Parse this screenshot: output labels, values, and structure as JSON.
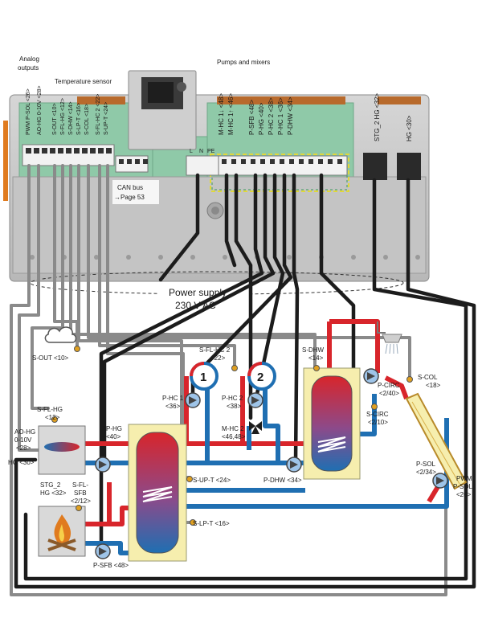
{
  "headers": {
    "analog_outputs_1": "Analog",
    "analog_outputs_2": "outputs",
    "temperature_sensor": "Temperature sensor",
    "pumps_and_mixers": "Pumps and mixers"
  },
  "terminal_labels": {
    "analog": [
      "PWM P-SOL <26>",
      "AO-HG 0-10V <28>"
    ],
    "sensors": [
      "S-OUT <10>",
      "S-FL-HG <12>",
      "S-DHW <14>",
      "S-LP-T <16>",
      "S-COL <18>",
      "S-FL-HC 2 <22>",
      "S-UP-T <24>"
    ],
    "pumps": [
      "M-HC 1↓ <48>",
      "M-HC 1↑ <46>",
      "P-SFB <48>",
      "P-HG <40>",
      "P-HC 2 <38>",
      "P-HC 1 <36>",
      "P-DHW <34>"
    ],
    "power": [
      "L",
      "N",
      "PE"
    ],
    "stg": "STG_2 HG <32>",
    "hg": "HG <30>"
  },
  "can_bus": {
    "line1": "CAN bus",
    "line2": "→Page 53"
  },
  "power_supply": {
    "line1": "Power supply",
    "line2": "230 V AC"
  },
  "circuits": {
    "hc1": "1",
    "hc2": "2"
  },
  "components": {
    "s_out": "S-OUT <10>",
    "s_fl_hc2_1": "S-FL-HC 2",
    "s_fl_hc2_2": "<22>",
    "s_dhw_1": "S-DHW",
    "s_dhw_2": "<14>",
    "p_hc1_1": "P-HC 1",
    "p_hc1_2": "<36>",
    "p_hc2_1": "P-HC 2",
    "p_hc2_2": "<38>",
    "m_hc2_1": "M-HC 2",
    "m_hc2_2": "<46,48>",
    "p_circ_1": "P-CIRC",
    "p_circ_2": "<2/40>",
    "s_circ_1": "S-CIRC",
    "s_circ_2": "<2/10>",
    "s_col_1": "S-COL",
    "s_col_2": "<18>",
    "s_fl_hg_1": "S-FL-HG",
    "s_fl_hg_2": "<12>",
    "ao_hg_1": "AO-HG",
    "ao_hg_2": "0-10V",
    "ao_hg_3": "<28>",
    "hg_30": "HG <30>",
    "p_hg_1": "P-HG",
    "p_hg_2": "<40>",
    "s_up_t": "S-UP-T <24>",
    "p_dhw": "P-DHW <34>",
    "p_sol_1": "P-SOL",
    "p_sol_2": "<2/34>",
    "pwm_1": "PWM",
    "pwm_2": "P-SOL",
    "pwm_3": "<26>",
    "stg2_1": "STG_2",
    "stg2_2": "HG <32>",
    "s_fl_sfb_1": "S-FL-",
    "s_fl_sfb_2": "SFB",
    "s_fl_sfb_3": "<2/12>",
    "s_lp_t": "S-LP-T <16>",
    "p_sfb": "P-SFB <48>"
  },
  "colors": {
    "hot": "#d8252b",
    "cold": "#1f6fb2",
    "cable": "#1c1c1c",
    "cable_grey": "#8a8a8a",
    "housing": "#c9c9c9",
    "board": "#8fc9a8",
    "tank_bg": "#f6eeae",
    "orange_accent": "#e07b1f"
  }
}
